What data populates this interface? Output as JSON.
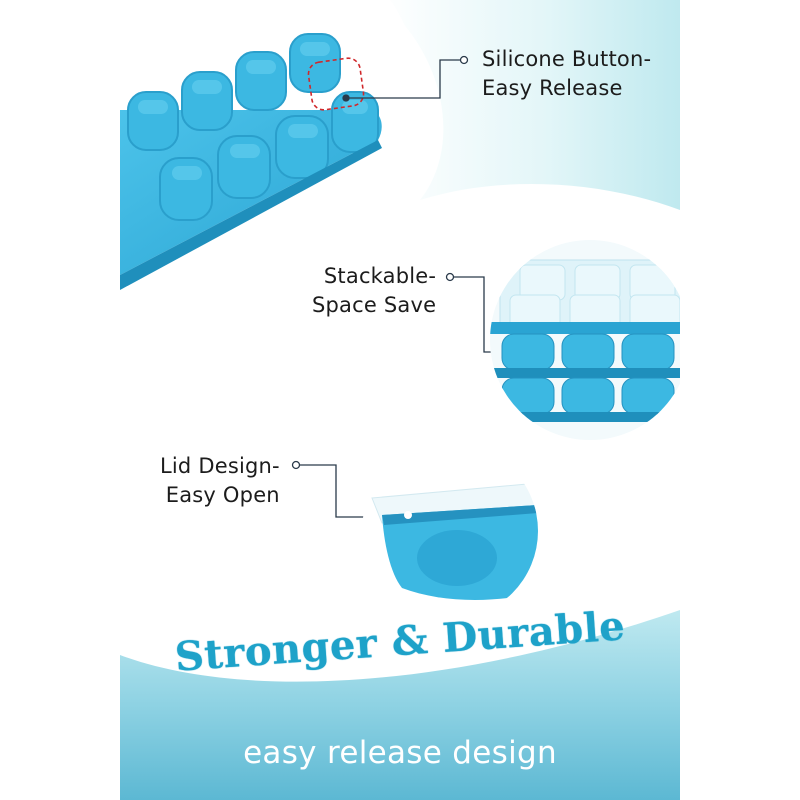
{
  "features": {
    "silicone": {
      "line1": "Silicone Button-",
      "line2": "Easy Release"
    },
    "stackable": {
      "line1": "Stackable-",
      "line2": "Space Save"
    },
    "lid": {
      "line1": "Lid Design-",
      "line2": "Easy Open"
    }
  },
  "headline": "Stronger & Durable",
  "subline": "easy release design",
  "colors": {
    "tray_blue": "#3bb6e0",
    "accent_teal": "#1ea2c9",
    "band_gradient_light": "#cbeef3",
    "band_gradient_dark": "#5cb8d3",
    "label_text": "#1c1c1c",
    "callout_line": "#2a3a4a",
    "dashed_highlight": "#d0282b"
  }
}
